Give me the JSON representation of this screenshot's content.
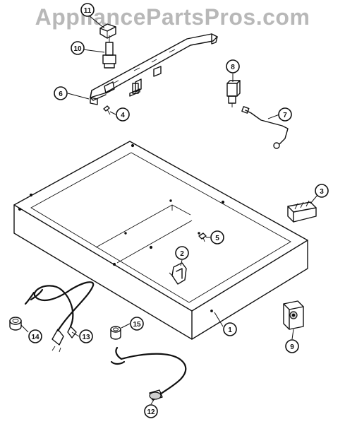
{
  "watermark": "AppliancePartsPros.com",
  "callouts": [
    {
      "id": "1",
      "label": "1"
    },
    {
      "id": "2",
      "label": "2"
    },
    {
      "id": "3",
      "label": "3"
    },
    {
      "id": "4",
      "label": "4"
    },
    {
      "id": "5",
      "label": "5"
    },
    {
      "id": "6",
      "label": "6"
    },
    {
      "id": "7",
      "label": "7"
    },
    {
      "id": "8",
      "label": "8"
    },
    {
      "id": "9",
      "label": "9"
    },
    {
      "id": "10",
      "label": "10"
    },
    {
      "id": "11",
      "label": "11"
    },
    {
      "id": "12",
      "label": "12"
    },
    {
      "id": "13",
      "label": "13"
    },
    {
      "id": "14",
      "label": "14"
    },
    {
      "id": "15",
      "label": "15"
    }
  ]
}
